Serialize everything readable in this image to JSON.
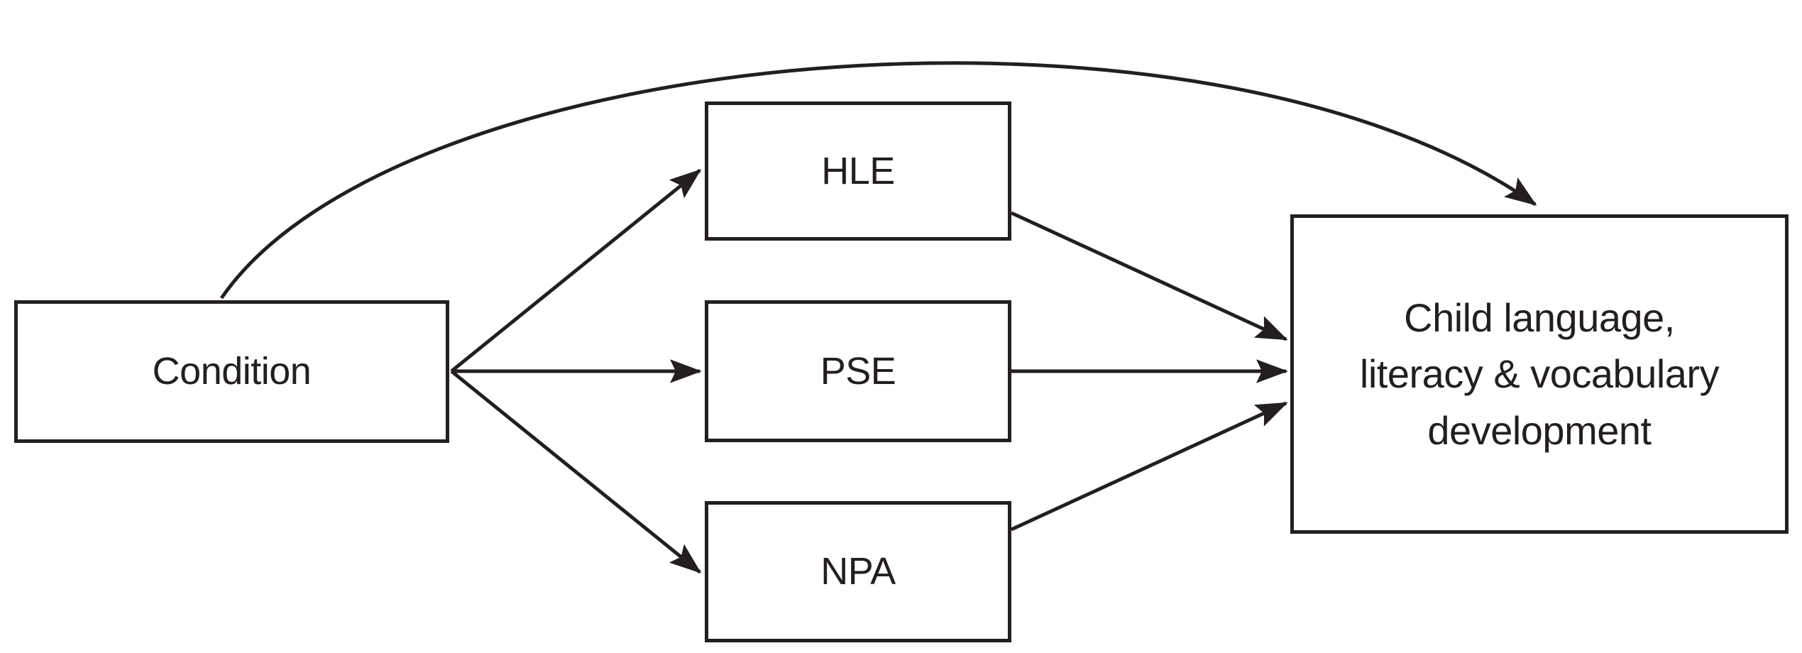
{
  "diagram": {
    "type": "mediation-model-flow-diagram",
    "background_color": "#ffffff",
    "line_color": "#231f20",
    "box_border_color": "#231f20",
    "nodes": [
      {
        "id": "condition",
        "label": "Condition"
      },
      {
        "id": "hle",
        "label": "HLE"
      },
      {
        "id": "pse",
        "label": "PSE"
      },
      {
        "id": "npa",
        "label": "NPA"
      },
      {
        "id": "outcome",
        "label": "Child language,\nliteracy & vocabulary\ndevelopment"
      }
    ],
    "edges": [
      {
        "from": "condition",
        "to": "hle",
        "style": "straight-arrow"
      },
      {
        "from": "condition",
        "to": "pse",
        "style": "straight-arrow"
      },
      {
        "from": "condition",
        "to": "npa",
        "style": "straight-arrow"
      },
      {
        "from": "hle",
        "to": "outcome",
        "style": "straight-arrow"
      },
      {
        "from": "pse",
        "to": "outcome",
        "style": "straight-arrow"
      },
      {
        "from": "npa",
        "to": "outcome",
        "style": "straight-arrow"
      },
      {
        "from": "condition",
        "to": "outcome",
        "style": "curved-arrow"
      }
    ]
  }
}
